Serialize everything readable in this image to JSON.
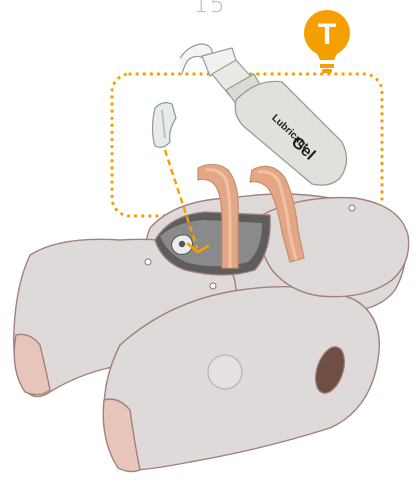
{
  "page": {
    "number": "15"
  },
  "tip": {
    "letter": "T",
    "icon": "lightbulb-tip-icon",
    "color": "#f5a000"
  },
  "bottle": {
    "label_line1": "Lubricant",
    "label_line2": "Gel"
  },
  "colors": {
    "tip_frame": "#f5a000",
    "manikin_fill": "#dddad9",
    "manikin_stroke": "#a4807a",
    "tube_fill": "#e3a785",
    "bottle_fill": "#dfe1da"
  }
}
